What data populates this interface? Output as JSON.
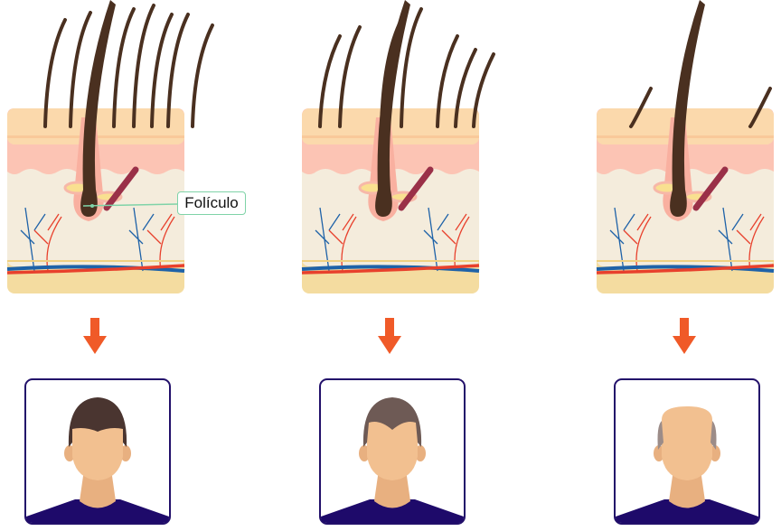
{
  "label": {
    "text": "Folículo"
  },
  "colors": {
    "hair": "#4a3020",
    "skin_top": "#fbd9ac",
    "dermis_pink": "#fcc4b4",
    "tissue": "#f4ecdc",
    "fat_layer": "#f4dca0",
    "artery": "#e8402c",
    "vein": "#1e62a8",
    "arrow": "#f05a28",
    "frame": "#22106a",
    "shirt": "#1e0a6a",
    "face": "#f2c090",
    "neck": "#e8b080"
  },
  "stages": [
    {
      "hair_density": "full",
      "portrait_hair": "full",
      "portrait_hair_color": "#4a3530"
    },
    {
      "hair_density": "reduced",
      "portrait_hair": "receding",
      "portrait_hair_color": "#6e5a55"
    },
    {
      "hair_density": "sparse",
      "portrait_hair": "bald",
      "portrait_hair_color": "#9c8c88"
    }
  ]
}
